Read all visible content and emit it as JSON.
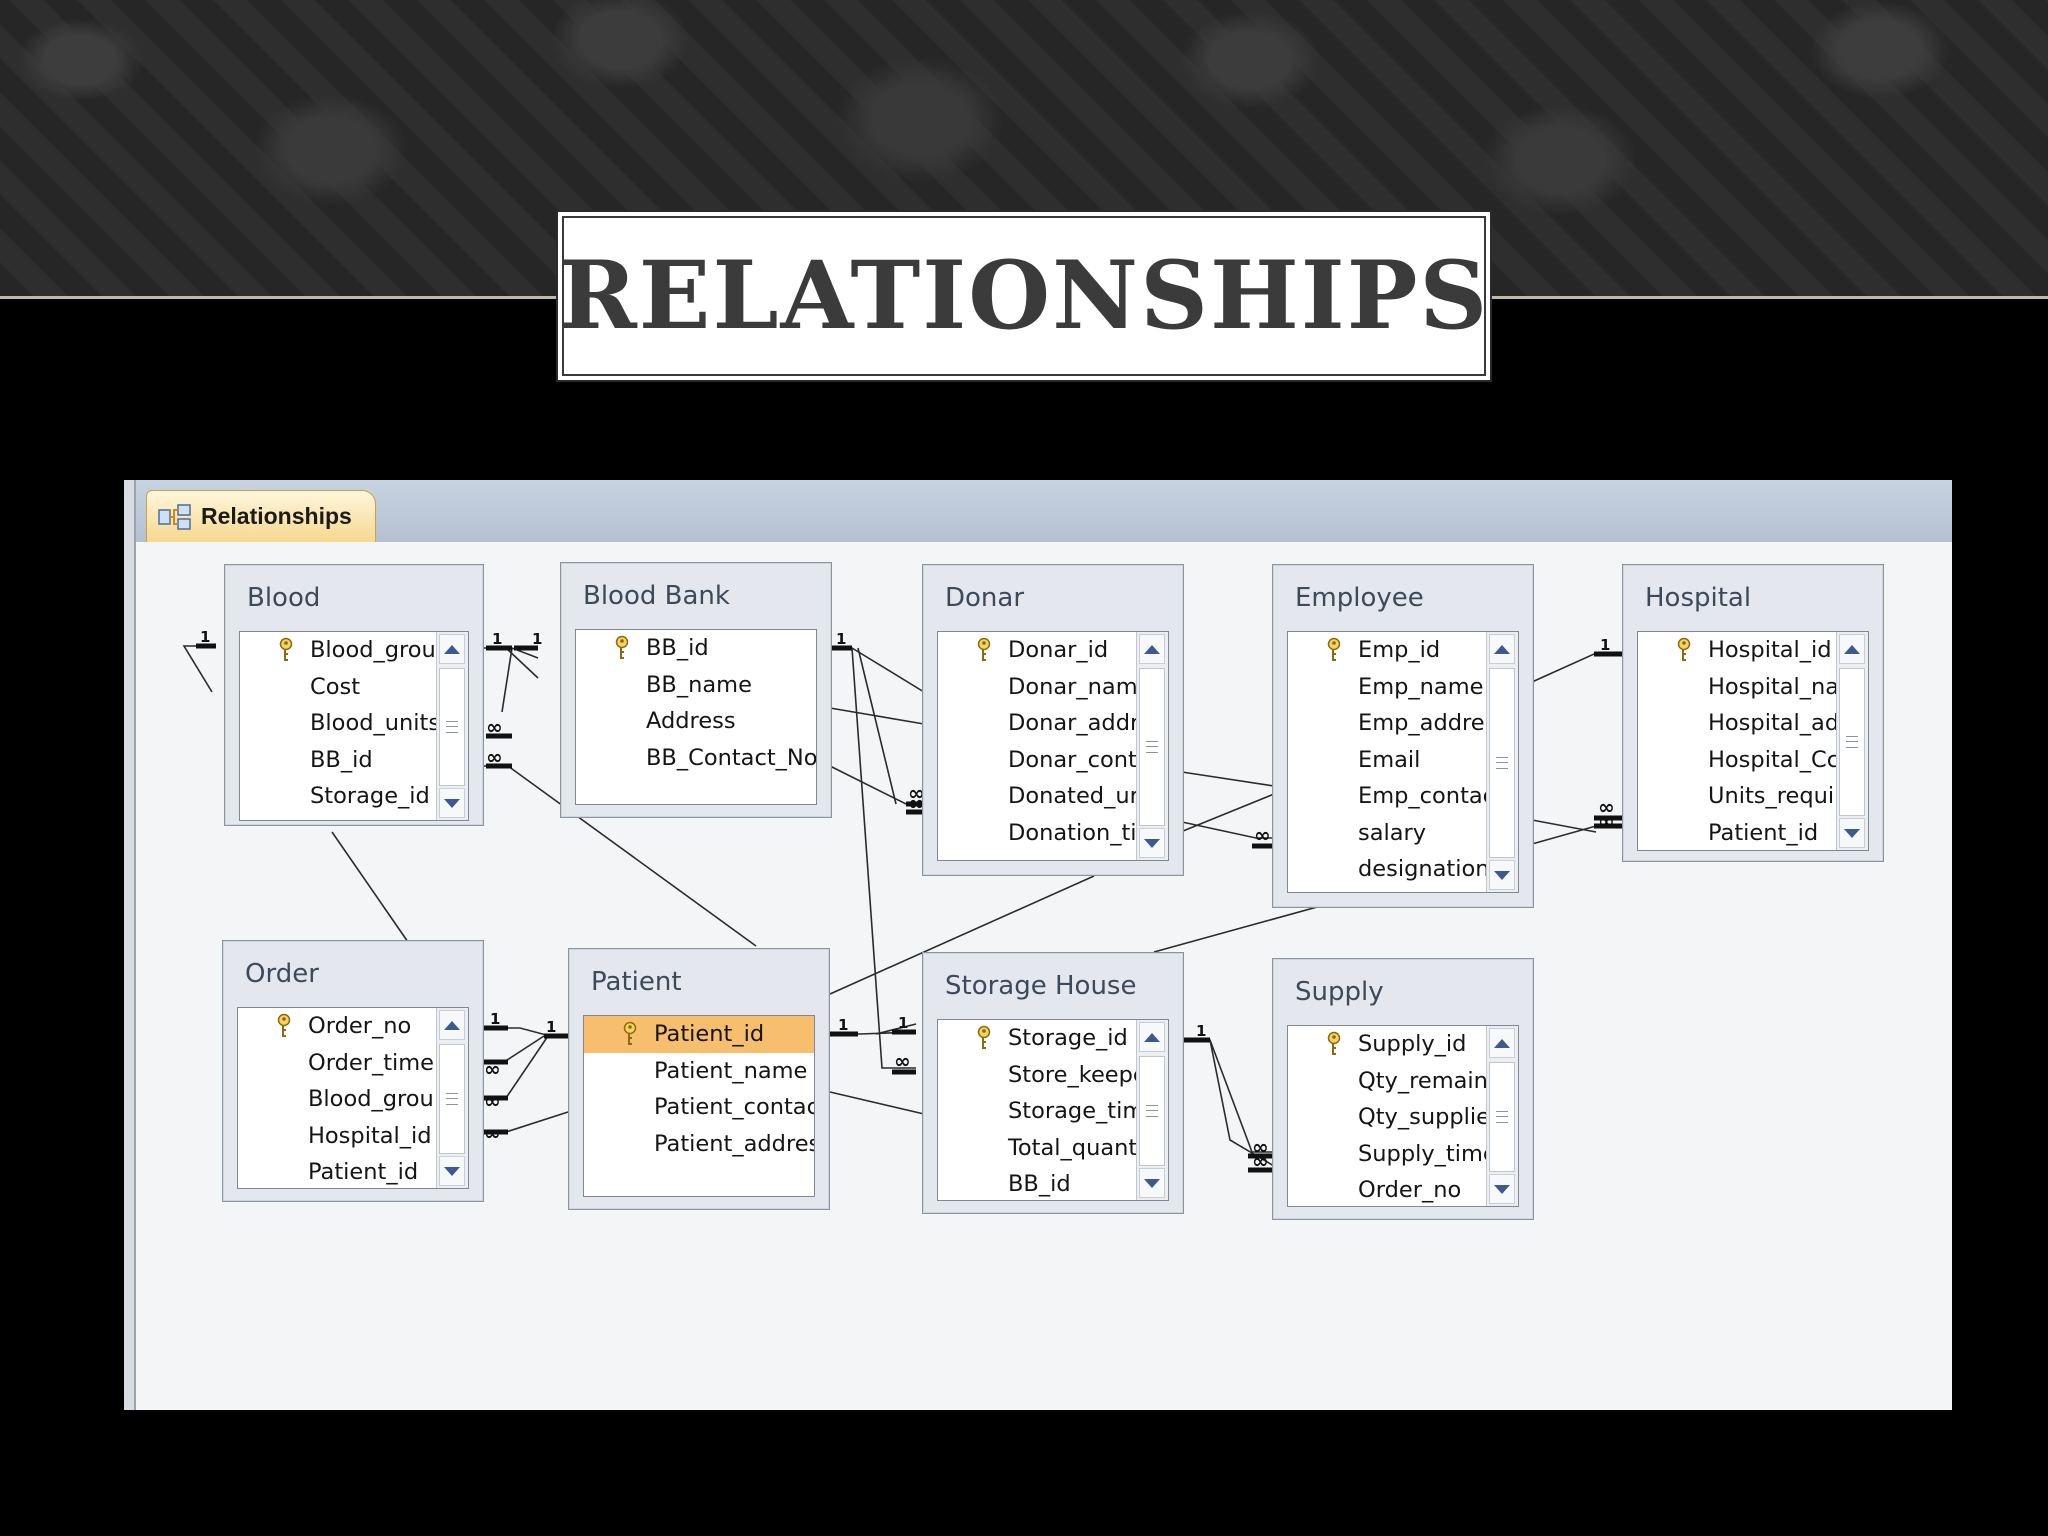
{
  "slide": {
    "title": "RELATIONSHIPS"
  },
  "window": {
    "tab_label": "Relationships"
  },
  "tables": [
    {
      "name": "Blood",
      "fields": [
        {
          "label": "Blood_grou",
          "key": true
        },
        {
          "label": "Cost"
        },
        {
          "label": "Blood_units"
        },
        {
          "label": "BB_id"
        },
        {
          "label": "Storage_id"
        }
      ]
    },
    {
      "name": "Blood Bank",
      "fields": [
        {
          "label": "BB_id",
          "key": true
        },
        {
          "label": "BB_name"
        },
        {
          "label": "Address"
        },
        {
          "label": "BB_Contact_No"
        }
      ]
    },
    {
      "name": "Donar",
      "fields": [
        {
          "label": "Donar_id",
          "key": true
        },
        {
          "label": "Donar_nam"
        },
        {
          "label": "Donar_addr"
        },
        {
          "label": "Donar_cont"
        },
        {
          "label": "Donated_ur"
        },
        {
          "label": "Donation_ti"
        }
      ]
    },
    {
      "name": "Employee",
      "fields": [
        {
          "label": "Emp_id",
          "key": true
        },
        {
          "label": "Emp_name"
        },
        {
          "label": "Emp_addre"
        },
        {
          "label": "Email"
        },
        {
          "label": "Emp_contac"
        },
        {
          "label": "salary"
        },
        {
          "label": "designation"
        }
      ]
    },
    {
      "name": "Hospital",
      "fields": [
        {
          "label": "Hospital_id",
          "key": true
        },
        {
          "label": "Hospital_na"
        },
        {
          "label": "Hospital_ad"
        },
        {
          "label": "Hospital_Cc"
        },
        {
          "label": "Units_requi"
        },
        {
          "label": "Patient_id"
        }
      ]
    },
    {
      "name": "Order",
      "fields": [
        {
          "label": "Order_no",
          "key": true
        },
        {
          "label": "Order_time"
        },
        {
          "label": "Blood_grou"
        },
        {
          "label": "Hospital_id"
        },
        {
          "label": "Patient_id"
        }
      ]
    },
    {
      "name": "Patient",
      "fields": [
        {
          "label": "Patient_id",
          "key": true,
          "selected": true
        },
        {
          "label": "Patient_name"
        },
        {
          "label": "Patient_contact_"
        },
        {
          "label": "Patient_address"
        }
      ]
    },
    {
      "name": "Storage House",
      "fields": [
        {
          "label": "Storage_id",
          "key": true
        },
        {
          "label": "Store_keepe"
        },
        {
          "label": "Storage_tim"
        },
        {
          "label": "Total_quant"
        },
        {
          "label": "BB_id"
        }
      ]
    },
    {
      "name": "Supply",
      "fields": [
        {
          "label": "Supply_id",
          "key": true
        },
        {
          "label": "Qty_remaini"
        },
        {
          "label": "Qty_supplie"
        },
        {
          "label": "Supply_time"
        },
        {
          "label": "Order_no"
        }
      ]
    }
  ],
  "cardinality": {
    "one": "1",
    "many": "∞"
  },
  "icons": {
    "tab": "relationships-icon",
    "key": "primary-key-icon",
    "scroll_up": "scroll-up-icon",
    "scroll_down": "scroll-down-icon"
  },
  "colors": {
    "selected_row": "#f7be6d",
    "active_tab": "#f6d88e",
    "table_title": "#3d4a5c"
  }
}
